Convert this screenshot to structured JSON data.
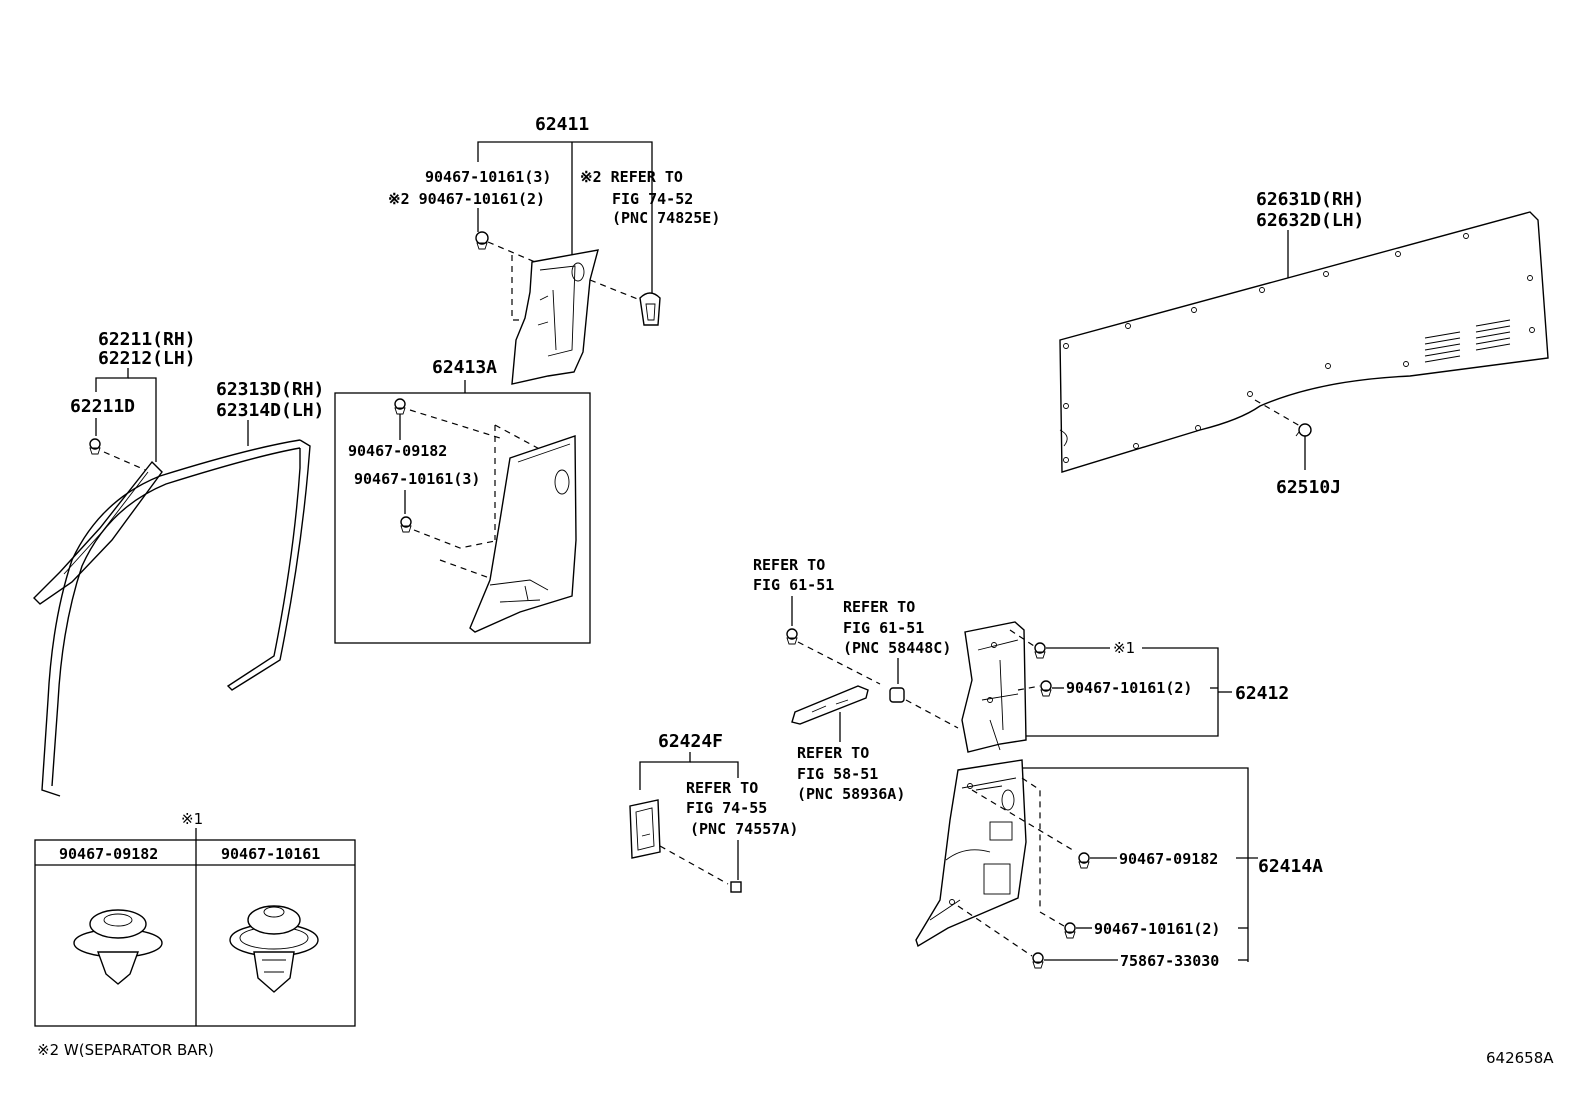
{
  "figure_code": "642658A",
  "footnote": "※2 W(SEPARATOR BAR)",
  "labels": {
    "p62411": "62411",
    "p90467_10161_3_top": "90467-10161(3)",
    "p90467_10161_2_top": "※2 90467-10161(2)",
    "ref_74_52_a": "※2 REFER TO",
    "ref_74_52_b": "FIG 74-52",
    "ref_74_52_c": "(PNC 74825E)",
    "p62211_rh": "62211(RH)",
    "p62212_lh": "62212(LH)",
    "p62211d": "62211D",
    "p62313d_rh": "62313D(RH)",
    "p62314d_lh": "62314D(LH)",
    "p62413a": "62413A",
    "p90467_09182_box": "90467-09182",
    "p90467_10161_3_box": "90467-10161(3)",
    "p62631d_rh": "62631D(RH)",
    "p62632d_lh": "62632D(LH)",
    "p62510j": "62510J",
    "ref_61_51_a": "REFER TO",
    "ref_61_51_b": "FIG 61-51",
    "ref_58448_a": "REFER TO",
    "ref_58448_b": "FIG 61-51",
    "ref_58448_c": "(PNC 58448C)",
    "note1_right": "※1",
    "p90467_10161_2_right": "90467-10161(2)",
    "p62412": "62412",
    "ref_58_51_a": "REFER TO",
    "ref_58_51_b": "FIG 58-51",
    "ref_58_51_c": "(PNC 58936A)",
    "p62424f": "62424F",
    "ref_74_55_a": "REFER TO",
    "ref_74_55_b": "FIG 74-55",
    "ref_74_55_c": "(PNC 74557A)",
    "p90467_09182_right": "90467-09182",
    "p62414a": "62414A",
    "p90467_10161_2_lower": "90467-10161(2)",
    "p75867_33030": "75867-33030"
  },
  "legend_table": {
    "marker": "※1",
    "col1": "90467-09182",
    "col2": "90467-10161"
  }
}
